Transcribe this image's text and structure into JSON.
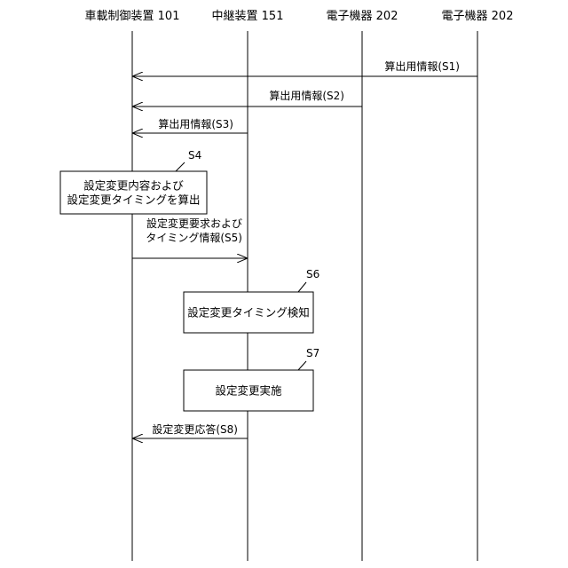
{
  "participants": [
    {
      "id": "p1",
      "label": "車載制御装置 101"
    },
    {
      "id": "p2",
      "label": "中継装置 151"
    },
    {
      "id": "p3",
      "label": "電子機器 202"
    },
    {
      "id": "p4",
      "label": "電子機器 202"
    }
  ],
  "messages": [
    {
      "id": "S1",
      "from": "p4",
      "to": "p1",
      "label": [
        "算出用情報(S1)"
      ]
    },
    {
      "id": "S2",
      "from": "p3",
      "to": "p1",
      "label": [
        "算出用情報(S2)"
      ]
    },
    {
      "id": "S3",
      "from": "p2",
      "to": "p1",
      "label": [
        "算出用情報(S3)"
      ]
    },
    {
      "id": "S5",
      "from": "p1",
      "to": "p2",
      "label": [
        "設定変更要求および",
        "タイミング情報(S5)"
      ]
    },
    {
      "id": "S8",
      "from": "p2",
      "to": "p1",
      "label": [
        "設定変更応答(S8)"
      ]
    }
  ],
  "processes": [
    {
      "id": "S4",
      "step": "S4",
      "lines": [
        "設定変更内容および",
        "設定変更タイミングを算出"
      ]
    },
    {
      "id": "S6",
      "step": "S6",
      "lines": [
        "設定変更タイミング検知"
      ]
    },
    {
      "id": "S7",
      "step": "S7",
      "lines": [
        "設定変更実施"
      ]
    }
  ]
}
